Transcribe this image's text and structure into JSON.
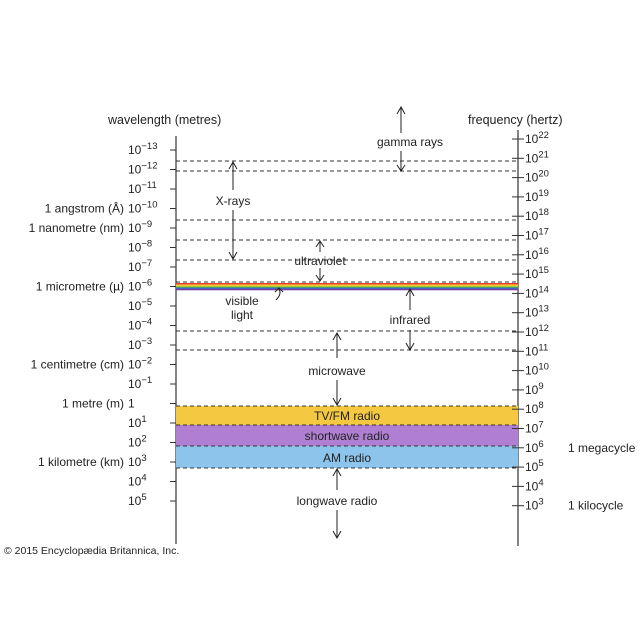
{
  "wavelength_title": "wavelength (metres)",
  "frequency_title": "frequency (hertz)",
  "wavelength_ticks": [
    {
      "base": "10",
      "exp": "−13"
    },
    {
      "base": "10",
      "exp": "−12"
    },
    {
      "base": "10",
      "exp": "−11"
    },
    {
      "base": "10",
      "exp": "−10"
    },
    {
      "base": "10",
      "exp": "−9"
    },
    {
      "base": "10",
      "exp": "−8"
    },
    {
      "base": "10",
      "exp": "−7"
    },
    {
      "base": "10",
      "exp": "−6"
    },
    {
      "base": "10",
      "exp": "−5"
    },
    {
      "base": "10",
      "exp": "−4"
    },
    {
      "base": "10",
      "exp": "−3"
    },
    {
      "base": "10",
      "exp": "−2"
    },
    {
      "base": "10",
      "exp": "−1"
    },
    {
      "base": "1",
      "exp": ""
    },
    {
      "base": "10",
      "exp": "1"
    },
    {
      "base": "10",
      "exp": "2"
    },
    {
      "base": "10",
      "exp": "3"
    },
    {
      "base": "10",
      "exp": "4"
    },
    {
      "base": "10",
      "exp": "5"
    }
  ],
  "wavelength_units": [
    {
      "label": "1 angstrom (Å)",
      "tick": 3
    },
    {
      "label": "1 nanometre (nm)",
      "tick": 4
    },
    {
      "label": "1 micrometre (µ)",
      "tick": 7
    },
    {
      "label": "1 centimetre (cm)",
      "tick": 11
    },
    {
      "label": "1 metre (m)",
      "tick": 13
    },
    {
      "label": "1 kilometre (km)",
      "tick": 16
    }
  ],
  "frequency_ticks": [
    {
      "base": "10",
      "exp": "22"
    },
    {
      "base": "10",
      "exp": "21"
    },
    {
      "base": "10",
      "exp": "20"
    },
    {
      "base": "10",
      "exp": "19"
    },
    {
      "base": "10",
      "exp": "18"
    },
    {
      "base": "10",
      "exp": "17"
    },
    {
      "base": "10",
      "exp": "16"
    },
    {
      "base": "10",
      "exp": "15"
    },
    {
      "base": "10",
      "exp": "14"
    },
    {
      "base": "10",
      "exp": "13"
    },
    {
      "base": "10",
      "exp": "12"
    },
    {
      "base": "10",
      "exp": "11"
    },
    {
      "base": "10",
      "exp": "10"
    },
    {
      "base": "10",
      "exp": "9"
    },
    {
      "base": "10",
      "exp": "8"
    },
    {
      "base": "10",
      "exp": "7"
    },
    {
      "base": "10",
      "exp": "6"
    },
    {
      "base": "10",
      "exp": "5"
    },
    {
      "base": "10",
      "exp": "4"
    },
    {
      "base": "10",
      "exp": "3"
    }
  ],
  "frequency_units": [
    {
      "label": "1 megacycle",
      "tick": 16
    },
    {
      "label": "1 kilocycle",
      "tick": 19
    }
  ],
  "regions": {
    "gamma": "gamma rays",
    "xrays": "X-rays",
    "ultraviolet": "ultraviolet",
    "visible_line1": "visible",
    "visible_line2": "light",
    "infrared": "infrared",
    "microwave": "microwave",
    "longwave": "longwave radio"
  },
  "bands": [
    {
      "label": "TV/FM radio",
      "color": "#f5c842"
    },
    {
      "label": "shortwave radio",
      "color": "#b07fd4"
    },
    {
      "label": "AM radio",
      "color": "#8cc4ec"
    }
  ],
  "spectrum_colors": [
    "#e03a2f",
    "#f29b2c",
    "#f5dc3a",
    "#4bb04a",
    "#3a6fc8",
    "#7a3fa8"
  ],
  "copyright": "© 2015 Encyclopædia Britannica, Inc."
}
